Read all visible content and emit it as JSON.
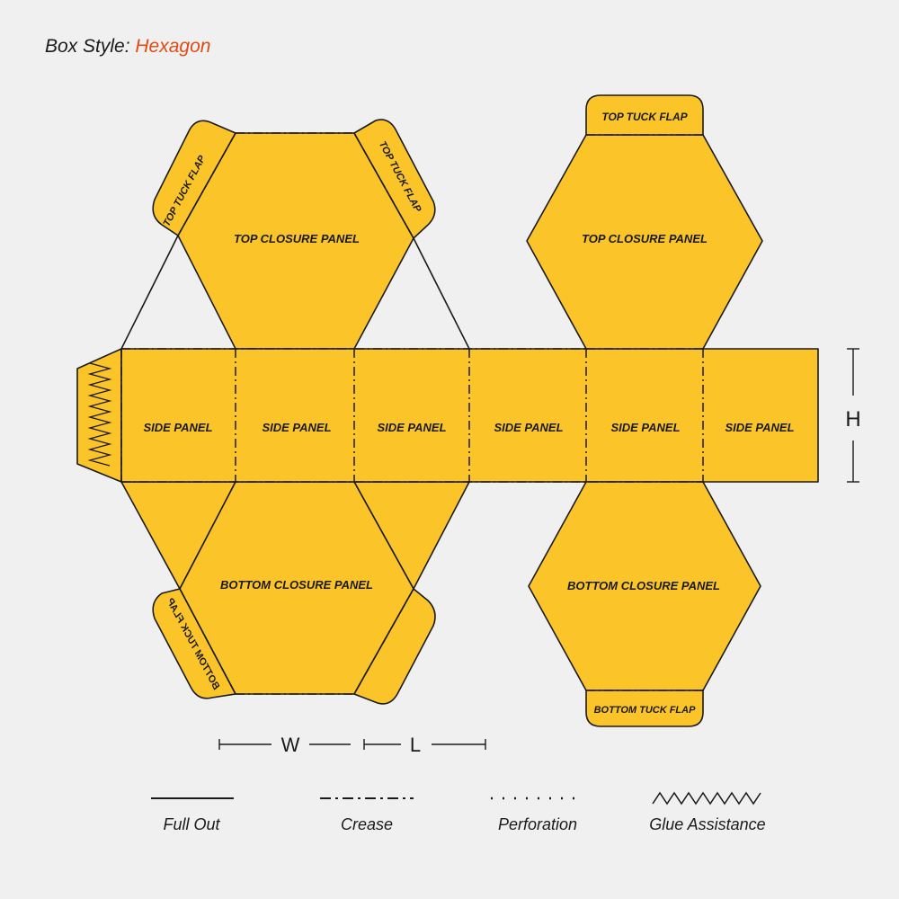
{
  "title": {
    "prefix": "Box Style:",
    "style_name": "Hexagon"
  },
  "colors": {
    "panel_fill": "#fbc52a",
    "accent": "#e04a14",
    "line": "#1a1a1a",
    "background": "#f0f0f0"
  },
  "labels": {
    "top_tuck_flap": "TOP TUCK FLAP",
    "top_closure_panel": "TOP CLOSURE PANEL",
    "side_panel": "SIDE PANEL",
    "bottom_closure_panel": "BOTTOM CLOSURE PANEL",
    "bottom_tuck_flap": "BOTTOM TUCK FLAP",
    "bottom_tuck_flap_mirrored": "BOTTOM TUCK FLAP"
  },
  "dimensions": {
    "width": "W",
    "length": "L",
    "height": "H"
  },
  "legend": {
    "full_out": "Full Out",
    "crease": "Crease",
    "perforation": "Perforation",
    "glue_assistance": "Glue Assistance"
  }
}
